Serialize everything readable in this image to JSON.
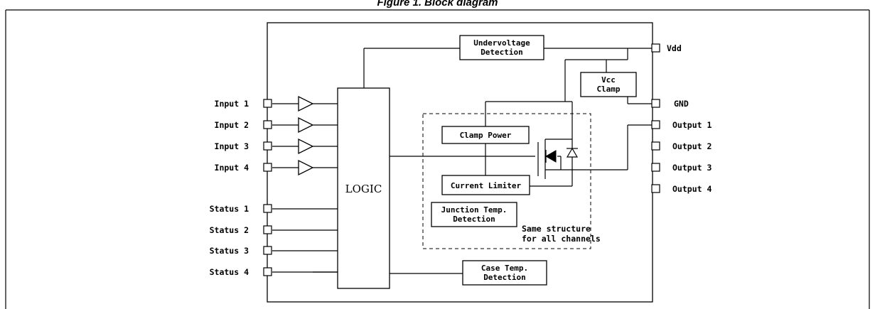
{
  "figure": {
    "title": "Figure 1. Block diagram"
  },
  "blocks": {
    "logic": "LOGIC",
    "undervoltage": [
      "Undervoltage",
      "Detection"
    ],
    "vcc_clamp": [
      "Vcc",
      "Clamp"
    ],
    "clamp_power": "Clamp Power",
    "current_limiter": "Current Limiter",
    "junction_temp": [
      "Junction Temp.",
      "Detection"
    ],
    "case_temp": [
      "Case Temp.",
      "Detection"
    ],
    "note": [
      "Same structure",
      "for all channels"
    ]
  },
  "pins": {
    "left": [
      "Input 1",
      "Input 2",
      "Input 3",
      "Input 4",
      "Status 1",
      "Status 2",
      "Status 3",
      "Status 4"
    ],
    "right": [
      "Vdd",
      "GND",
      "Output 1",
      "Output 2",
      "Output 3",
      "Output 4"
    ]
  }
}
